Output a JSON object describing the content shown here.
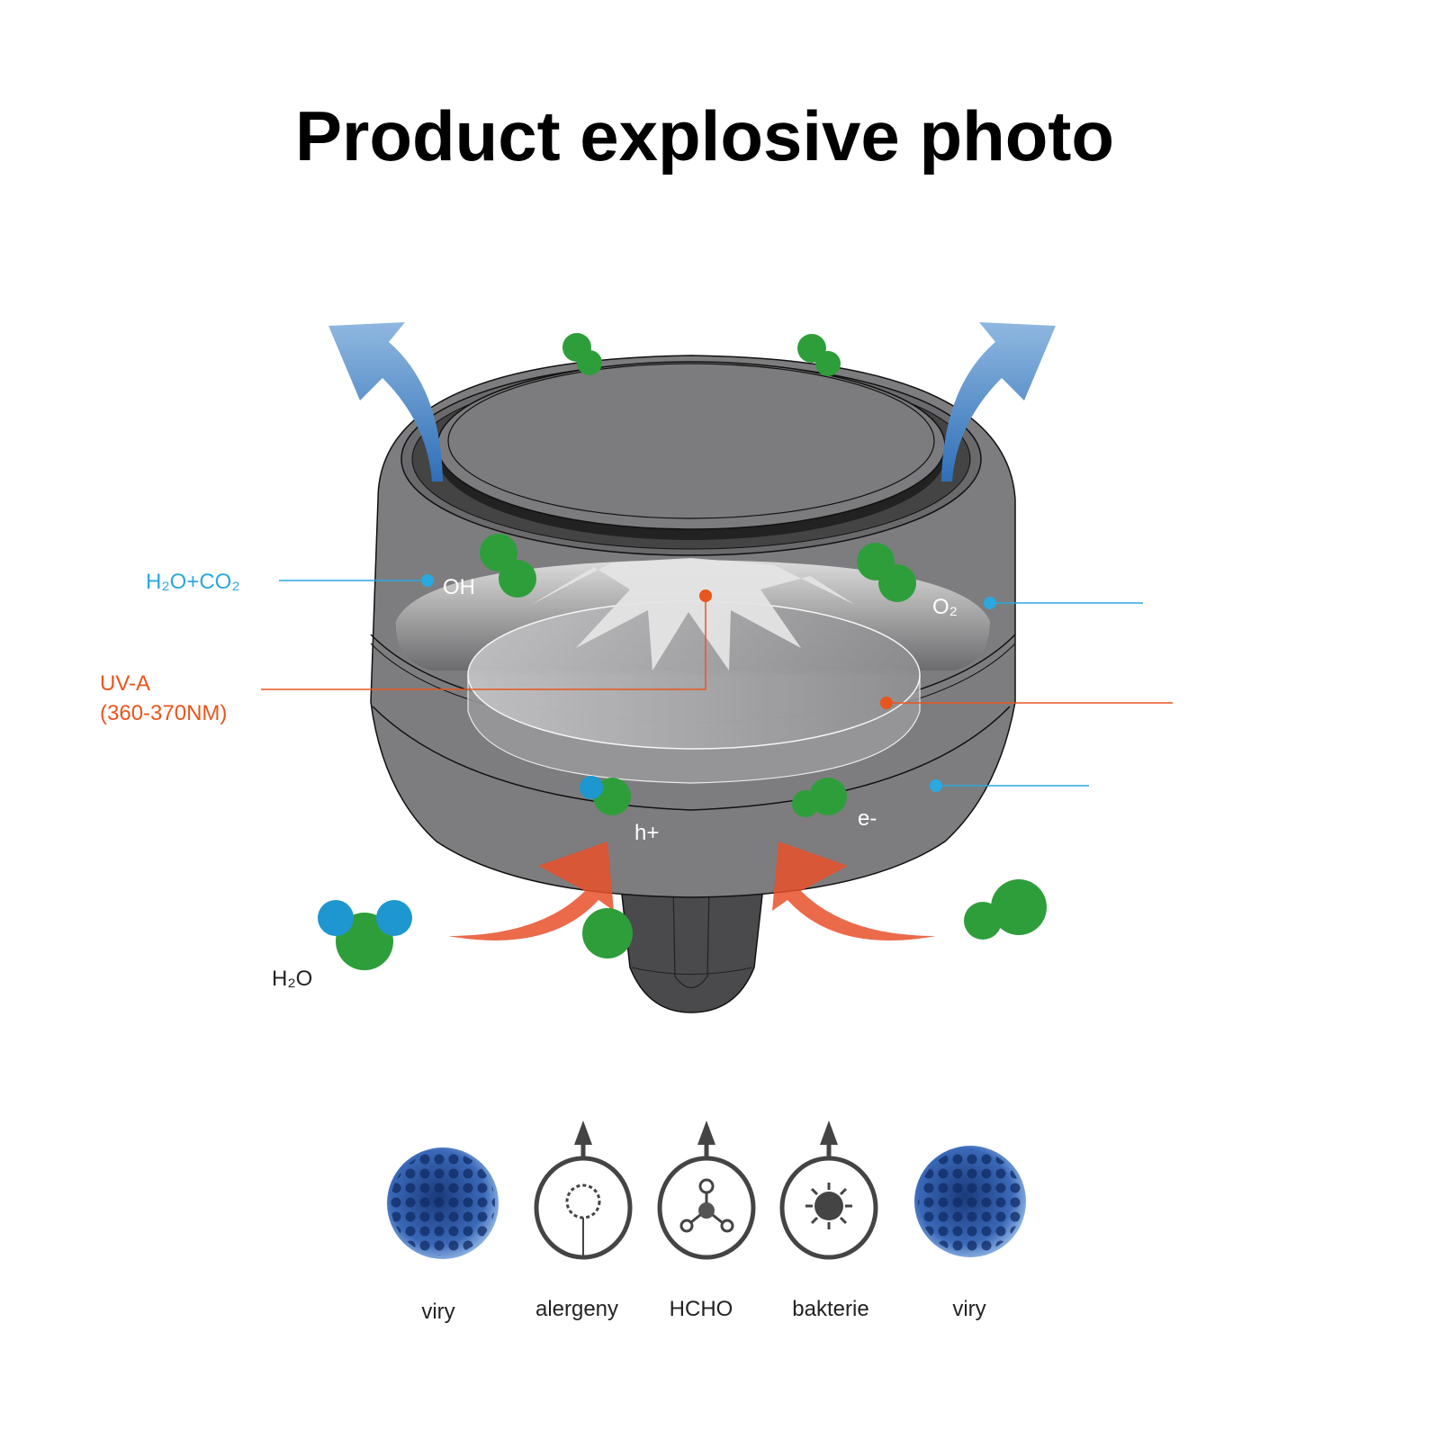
{
  "title": "Product explosive photo",
  "callouts": {
    "h2o_co2": "H₂O+CO₂",
    "uva": "UV-A",
    "uva_range": "(360-370NM)",
    "oh": "OH",
    "o2": "O₂",
    "h_plus": "h+",
    "e_minus": "e-",
    "h2o": "H₂O"
  },
  "colors": {
    "accent_blue": "#2aa8e0",
    "accent_orange": "#e8561e",
    "molecule_green": "#2e9e3a",
    "molecule_blue": "#1e96d0",
    "body_gray": "#7d7d7f"
  },
  "icons": [
    {
      "icon": "virus-icon",
      "label": "viry"
    },
    {
      "icon": "allergen-icon",
      "label": "alergeny"
    },
    {
      "icon": "formaldehyde-icon",
      "label": "HCHO"
    },
    {
      "icon": "bacteria-icon",
      "label": "bakterie"
    },
    {
      "icon": "virus-icon",
      "label": "viry"
    }
  ]
}
